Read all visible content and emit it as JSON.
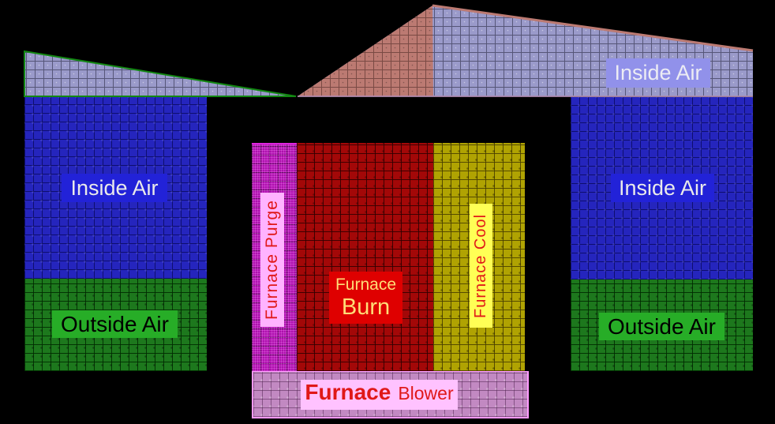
{
  "labels": {
    "roof_inside_air": "Inside Air",
    "left_inside_air": "Inside Air",
    "right_inside_air": "Inside Air",
    "left_outside_air": "Outside Air",
    "right_outside_air": "Outside Air",
    "furnace_purge": "Furnace Purge",
    "furnace_cool": "Furnace Cool",
    "furnace_burn_line1": "Furnace",
    "furnace_burn_line2": "Burn",
    "furnace_blower_word1": "Furnace",
    "furnace_blower_word2": "Blower"
  },
  "colors": {
    "background": "#000000",
    "roof_lavender": "#9a9aca",
    "roof_lavender_line": "#565678",
    "roof_salmon": "#bc7a72",
    "roof_salmon_line": "#7a4a44",
    "roof_ridge": "#bc7a72",
    "roof_edge_green": "#128812",
    "roof_bottom_line": "#c9a0c9",
    "roof_label_bg": "#9191ea",
    "roof_label_text": "#ececf4",
    "blue_fill": "#2525bd",
    "blue_label_bg": "#2222d8",
    "green_fill": "#1d781d",
    "green_label_bg": "#27ad27",
    "purge_fill": "#a806a8",
    "purge_label_bg": "#ffb3ff",
    "burn_fill": "#a30808",
    "burn_label_bg": "#df0000",
    "burn_label_text": "#ffdd77",
    "cool_fill": "#b0a302",
    "cool_label_bg": "#ffff55",
    "blower_fill": "#c289c2",
    "blower_label_bg": "#ffc2ff",
    "blower_border": "#ff9aff",
    "red_label_text": "#e01818",
    "white_text": "#eaeaea",
    "black_text": "#000000"
  }
}
